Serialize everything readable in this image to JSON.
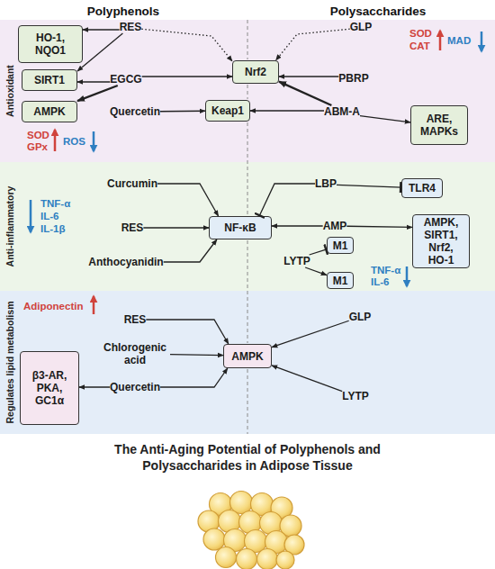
{
  "diagram": {
    "title": "The Anti-Aging Potential of Polyphenols and Polysaccharides in Adipose Tissue",
    "nodes": [
      {
        "text": [
          "Antioxidant"
        ]
      },
      {
        "text": [
          "HO-1, NQO1"
        ],
        "in": 0
      },
      {
        "text": [
          "RES"
        ],
        "in": 0
      },
      {
        "text": [
          "GLP"
        ],
        "in": 0
      },
      {
        "text": [
          "SIRT1"
        ],
        "in": 0
      },
      {
        "text": [
          "EGCG"
        ],
        "in": 0
      },
      {
        "text": [
          "Nrf2"
        ],
        "in": 0
      },
      {
        "text": [
          "PBRP"
        ],
        "in": 0
      },
      {
        "text": [
          "AMPK"
        ],
        "in": 0
      },
      {
        "text": [
          "Quercetin"
        ],
        "in": 0
      },
      {
        "text": [
          "Keap1"
        ],
        "in": 0
      },
      {
        "text": [
          "ABM-A"
        ],
        "in": 0
      },
      {
        "text": [
          "ARE, MAPKs"
        ],
        "in": 0
      },
      {
        "text": [
          "Anti-inflammatory"
        ]
      },
      {
        "text": [
          "Curcumin"
        ],
        "in": 13
      },
      {
        "text": [
          "LBP"
        ],
        "in": 13
      },
      {
        "text": [
          "TLR4"
        ],
        "in": 13
      },
      {
        "text": [
          "RES"
        ],
        "in": 13
      },
      {
        "text": [
          "NF-κB"
        ],
        "in": 13
      },
      {
        "text": [
          "AMP"
        ],
        "in": 13
      },
      {
        "text": [
          "AMPK, SIRT1, Nrf2, HO-1"
        ],
        "in": 13
      },
      {
        "text": [
          "Anthocyanidin"
        ],
        "in": 13
      },
      {
        "text": [
          "M1"
        ],
        "in": 13
      },
      {
        "text": [
          "LYTP"
        ],
        "in": 13
      },
      {
        "text": [
          "M1"
        ],
        "in": 13
      },
      {
        "text": [
          "Regulates lipid metabolism"
        ]
      },
      {
        "text": [
          "RES"
        ],
        "in": 25
      },
      {
        "text": [
          "GLP"
        ],
        "in": 25
      },
      {
        "text": [
          "Chlorogenic acid"
        ],
        "in": 25
      },
      {
        "text": [
          "AMPK"
        ],
        "in": 25
      },
      {
        "text": [
          "β3-AR, PKA, GC1α"
        ],
        "in": 25
      },
      {
        "text": [
          "Quercetin"
        ],
        "in": 25
      },
      {
        "text": [
          "LYTP"
        ],
        "in": 25
      }
    ],
    "edges": [
      {
        "from": 2,
        "to": 1,
        "arrow": "to"
      },
      {
        "from": 2,
        "to": 6,
        "arrow": "to"
      },
      {
        "from": 2,
        "to": 4,
        "arrow": "to"
      },
      {
        "from": 5,
        "to": 4,
        "arrow": "to"
      },
      {
        "from": 5,
        "to": 6,
        "arrow": "to"
      },
      {
        "from": 5,
        "to": 8,
        "arrow": "to"
      },
      {
        "from": 9,
        "to": 10,
        "arrow": "to"
      },
      {
        "from": 3,
        "to": 6,
        "arrow": "to"
      },
      {
        "from": 7,
        "to": 6,
        "arrow": "to"
      },
      {
        "from": 11,
        "to": 10,
        "arrow": "to"
      },
      {
        "from": 11,
        "to": 6,
        "arrow": "to"
      },
      {
        "from": 11,
        "to": 12,
        "arrow": "to"
      },
      {
        "from": 14,
        "to": 18,
        "arrow": "to"
      },
      {
        "from": 17,
        "to": 18,
        "arrow": "to"
      },
      {
        "from": 21,
        "to": 18,
        "arrow": "to"
      },
      {
        "from": 15,
        "to": 18,
        "arrow": "to"
      },
      {
        "from": 15,
        "to": 16,
        "arrow": "to"
      },
      {
        "from": 19,
        "to": 18,
        "arrow": "to"
      },
      {
        "from": 19,
        "to": 20,
        "arrow": "to"
      },
      {
        "from": 23,
        "to": 22,
        "arrow": "to"
      },
      {
        "from": 23,
        "to": 24,
        "arrow": "to"
      },
      {
        "from": 26,
        "to": 29,
        "arrow": "to"
      },
      {
        "from": 28,
        "to": 29,
        "arrow": "to"
      },
      {
        "from": 31,
        "to": 29,
        "arrow": "to"
      },
      {
        "from": 31,
        "to": 30,
        "arrow": "to"
      },
      {
        "from": 27,
        "to": 29,
        "arrow": "to"
      },
      {
        "from": 32,
        "to": 29,
        "arrow": "to"
      }
    ],
    "labels": [
      "Polyphenols",
      "Polysaccharides",
      "SOD",
      "CAT",
      "MAD",
      "SOD",
      "GPx",
      "ROS",
      "TNF-α",
      "IL-6",
      "IL-1β",
      "TNF-α",
      "IL-6",
      "Adiponectin"
    ]
  }
}
